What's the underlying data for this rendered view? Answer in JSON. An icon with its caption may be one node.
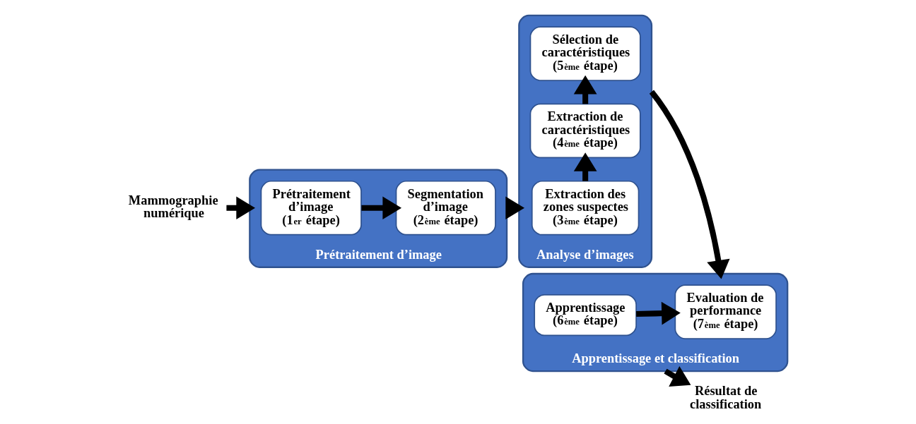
{
  "diagram": {
    "nodes": [
      {
        "text": [
          "Mammographie numérique"
        ]
      },
      {
        "text": [
          "Prétraitement d’image"
        ]
      },
      {
        "text": [
          "Prétraitement d’image (1$^{er}$ étape)"
        ],
        "in": 1
      },
      {
        "text": [
          "Segmentation d’image (2$^{ème}$ étape)"
        ],
        "in": 1
      },
      {
        "text": [
          "Analyse d’images"
        ]
      },
      {
        "text": [
          "Extraction des zones suspectes (3$^{ème}$ étape)"
        ],
        "in": 4
      },
      {
        "text": [
          "Extraction de caractéristiques (4$^{ème}$ étape)"
        ],
        "in": 4
      },
      {
        "text": [
          "Sélection de caractéristiques (5$^{ème}$ étape)"
        ],
        "in": 4
      },
      {
        "text": [
          "Apprentissage et classification"
        ]
      },
      {
        "text": [
          "Evaluation de performance (7$^{ème}$ étape)"
        ],
        "in": 8
      },
      {
        "text": [
          "Apprentissage (6$^{ème}$ étape)"
        ],
        "in": 8
      },
      {
        "text": [
          "Résultat de classification"
        ]
      }
    ],
    "edges": [
      {
        "from": 0,
        "to": 1,
        "arrow": "to"
      },
      {
        "from": 2,
        "to": 3,
        "arrow": "to"
      },
      {
        "from": 1,
        "to": 4,
        "arrow": "to"
      },
      {
        "from": 5,
        "to": 6,
        "arrow": "to"
      },
      {
        "from": 6,
        "to": 7,
        "arrow": "to"
      },
      {
        "from": 4,
        "to": 8,
        "arrow": "to"
      },
      {
        "from": 10,
        "to": 9,
        "arrow": "to"
      },
      {
        "from": 8,
        "to": 11,
        "arrow": "to"
      }
    ]
  }
}
